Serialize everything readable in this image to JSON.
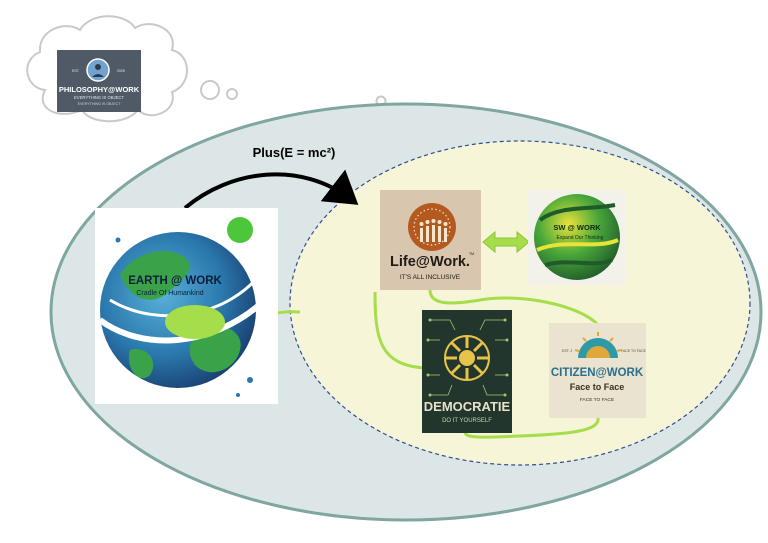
{
  "diagram": {
    "arrow_label": "Plus(E = mc²)",
    "philosophy": {
      "title": "PHILOSOPHY@WORK",
      "tagline": "EVERYTHING IS OBJECT",
      "subtagline": "EVERYTHING IS OBJECT",
      "left_mark": "EST.",
      "right_mark": "2025"
    },
    "earth": {
      "title": "EARTH @ WORK",
      "subtitle": "Cradle Of Humankind"
    },
    "life": {
      "title": "Life@Work.",
      "tm": "TM",
      "tagline": "IT'S ALL INCLUSIVE"
    },
    "sw": {
      "title": "SW @ WORK",
      "subtitle": "Expand Our Thinking"
    },
    "democratie": {
      "title": "DEMOCRATIE",
      "subtitle": "DO IT YOURSELF"
    },
    "citizen": {
      "title": "CITIZEN@WORK",
      "subtitle": "Face to Face",
      "tagline": "FACE TO FACE",
      "mark_left": "EST. 2",
      "mark_right": "FACE TO FACE"
    },
    "colors": {
      "outer_fill": "#dde6e6",
      "outer_stroke": "#7fa6a0",
      "inner_fill": "#f7f5d8",
      "inner_stroke": "#2f4f8f",
      "connector": "#a6dd4a",
      "arrow": "#000000",
      "cloud_stroke": "#c9c9c9"
    }
  }
}
